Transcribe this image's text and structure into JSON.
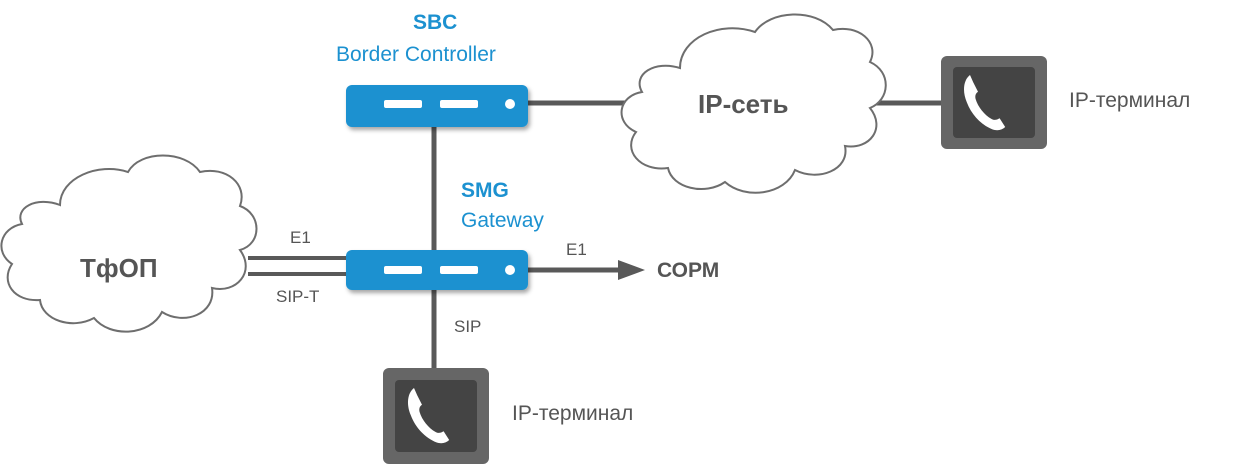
{
  "devices": {
    "sbc": {
      "name": "SBC",
      "description": "Border Controller"
    },
    "smg": {
      "name": "SMG",
      "description": "Gateway"
    }
  },
  "clouds": {
    "ip_network": "IP-сеть",
    "pstn": "ТфОП"
  },
  "links": {
    "pstn_e1": "E1",
    "pstn_sipt": "SIP-T",
    "sorm_e1": "E1",
    "terminal_sip": "SIP"
  },
  "endpoints": {
    "sorm": "СОРМ",
    "terminal_top": "IP-терминал",
    "terminal_bottom": "IP-терминал"
  },
  "colors": {
    "accent": "#1c91d0",
    "line": "#595959",
    "text": "#555555",
    "cloud_stroke": "#6e6e6e",
    "terminal": "#666666"
  }
}
